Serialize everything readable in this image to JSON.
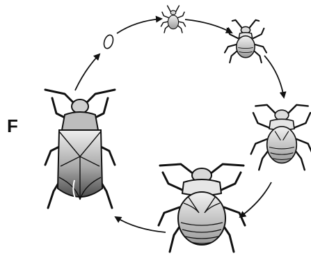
{
  "panel_label": "F",
  "colors": {
    "outline": "#111111",
    "body_light": "#e6e6e6",
    "body_mid": "#b9b9b9",
    "body_dark": "#6e6e6e",
    "background": "#ffffff"
  },
  "stages": [
    {
      "name": "egg"
    },
    {
      "name": "nymph-1"
    },
    {
      "name": "nymph-2"
    },
    {
      "name": "nymph-3"
    },
    {
      "name": "nymph-4"
    },
    {
      "name": "adult"
    }
  ]
}
